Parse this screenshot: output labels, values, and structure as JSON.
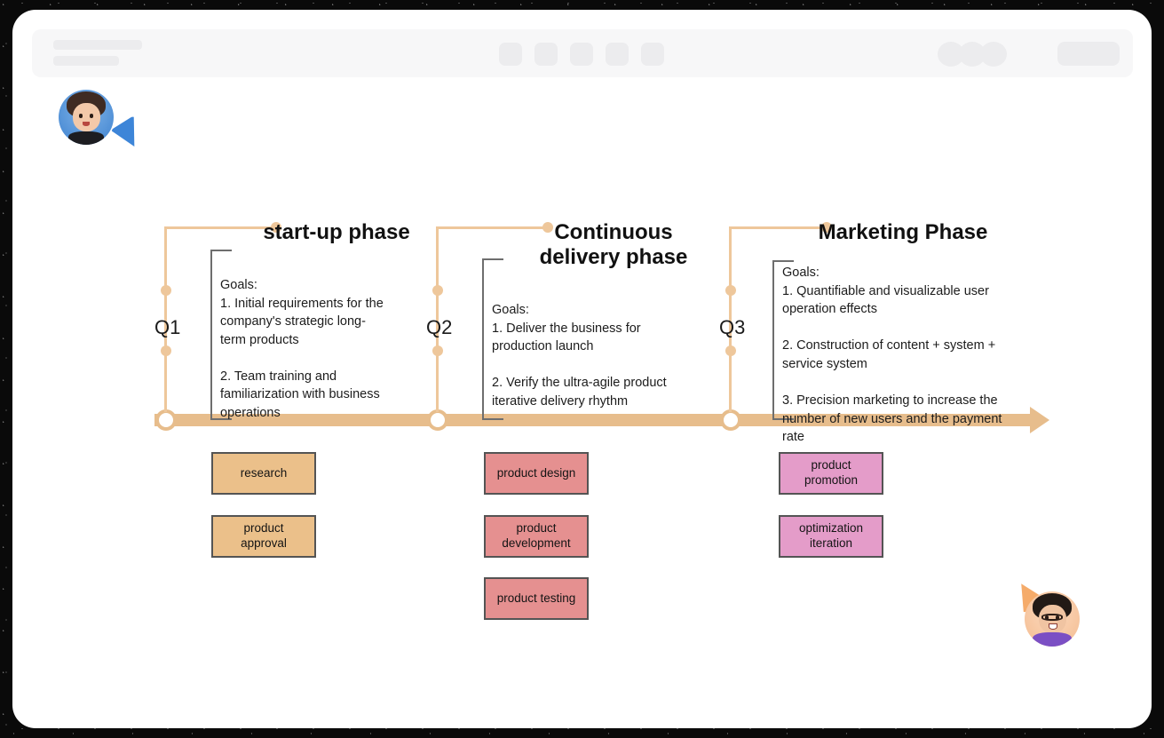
{
  "window": {
    "chrome": {
      "placeholder_bars": [
        "",
        ""
      ],
      "square_buttons": [
        "",
        "",
        "",
        "",
        ""
      ],
      "avatar_group_count": 3,
      "pill_button": ""
    }
  },
  "presence": {
    "top_user": {
      "icon": "user-avatar",
      "cursor": "cursor-pointer-blue",
      "color": "#3d85d8"
    },
    "bottom_user": {
      "icon": "user-avatar",
      "cursor": "cursor-pointer-orange",
      "color": "#f5ab6a"
    }
  },
  "chart_data": {
    "type": "timeline",
    "title": "",
    "axis": {
      "orientation": "horizontal",
      "arrow": true,
      "color": "#e7bd8c"
    },
    "milestones": [
      {
        "id": "q1",
        "label": "Q1",
        "phase_title": "start-up\nphase",
        "goals_heading": "Goals:",
        "goals": [
          "1. Initial requirements for the company's strategic long-term products",
          "2. Team training and familiarization with business operations"
        ],
        "goals_text": "Goals:\n1. Initial requirements for the\ncompany's strategic long-\nterm products\n\n2. Team training and\nfamiliarization with business\noperations",
        "tags": [
          "research",
          "product\napproval"
        ],
        "tag_color": "#ebc08a"
      },
      {
        "id": "q2",
        "label": "Q2",
        "phase_title": "Continuous\ndelivery phase",
        "goals_heading": "Goals:",
        "goals": [
          "1. Deliver the business for production launch",
          "2. Verify the ultra-agile product iterative delivery rhythm"
        ],
        "goals_text": "Goals:\n1. Deliver the business for\nproduction launch\n\n2. Verify the ultra-agile product\niterative delivery rhythm",
        "tags": [
          "product design",
          "product\ndevelopment",
          "product testing"
        ],
        "tag_color": "#e59090"
      },
      {
        "id": "q3",
        "label": "Q3",
        "phase_title": "Marketing\nPhase",
        "goals_heading": "Goals:",
        "goals": [
          "1. Quantifiable and visualizable user operation effects",
          "2. Construction of content + system + service system",
          "3. Precision marketing to increase the number of new users and the payment rate"
        ],
        "goals_text": "Goals:\n1. Quantifiable and visualizable user\noperation effects\n\n2. Construction of content + system +\nservice system\n\n3. Precision marketing to increase the\nnumber of new users and the payment\nrate",
        "tags": [
          "product\npromotion",
          "optimization\niteration"
        ],
        "tag_color": "#e49cc9"
      }
    ]
  }
}
